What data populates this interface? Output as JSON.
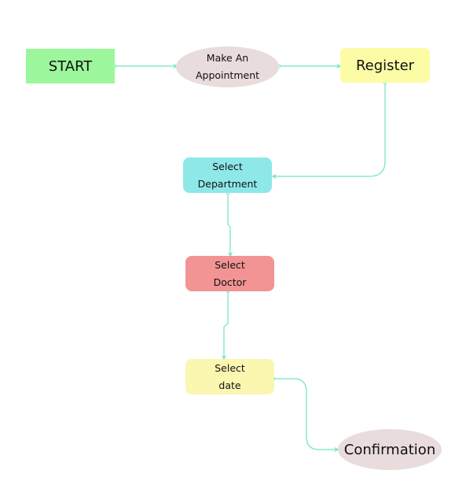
{
  "nodes": {
    "start": {
      "text": "START",
      "fill": "#9cf79c",
      "shape": "rect"
    },
    "appointment": {
      "line1": "Make An",
      "line2": "Appointment",
      "fill": "#e9dcdc",
      "shape": "ellipse"
    },
    "register": {
      "text": "Register",
      "fill": "#fcfca6",
      "shape": "rounded"
    },
    "department": {
      "line1": "Select",
      "line2": "Department",
      "fill": "#8ee8e8",
      "shape": "rounded"
    },
    "doctor": {
      "line1": "Select",
      "line2": "Doctor",
      "fill": "#f29494",
      "shape": "rounded"
    },
    "date": {
      "line1": "Select",
      "line2": "date",
      "fill": "#fbf6b0",
      "shape": "rounded"
    },
    "confirmation": {
      "text": "Confirmation",
      "fill": "#e9dcdc",
      "shape": "ellipse"
    }
  },
  "edges": [
    {
      "from": "start",
      "to": "appointment"
    },
    {
      "from": "appointment",
      "to": "register"
    },
    {
      "from": "register",
      "to": "department"
    },
    {
      "from": "department",
      "to": "doctor"
    },
    {
      "from": "doctor",
      "to": "date"
    },
    {
      "from": "date",
      "to": "confirmation"
    }
  ],
  "connector_color": "#6fe3c6"
}
